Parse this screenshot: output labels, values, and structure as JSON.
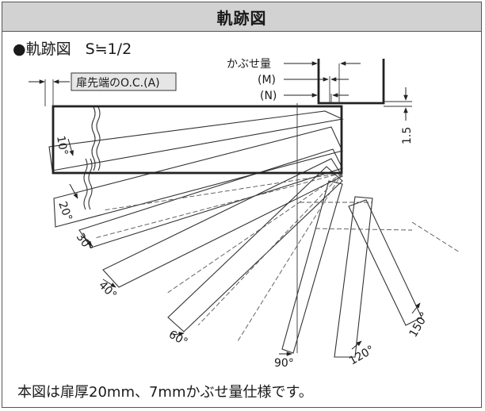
{
  "header": {
    "title": "軌跡図"
  },
  "diagram": {
    "subtitle_main": "●軌跡図",
    "subtitle_ratio": "S≒1/2",
    "labels": {
      "door_edge_oc": "扉先端のO.C.(A)",
      "overlay": "かぶせ量",
      "m": "(M)",
      "n": "(N)",
      "dim_15": "1.5"
    },
    "angles": [
      "10°",
      "20°",
      "30°",
      "40°",
      "60°",
      "90°",
      "120°",
      "150°"
    ],
    "note": "本図は扉厚20mm、7mmかぶせ量仕様です。"
  }
}
